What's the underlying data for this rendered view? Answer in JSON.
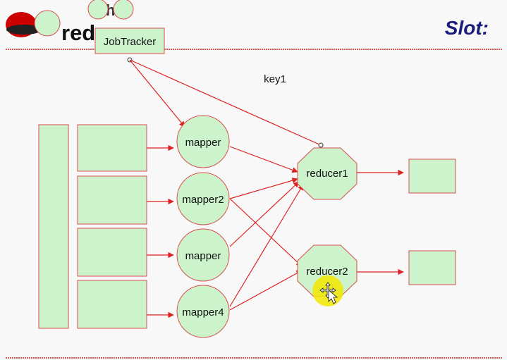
{
  "header": {
    "logo_text_red": "red",
    "logo_text_hat": "hat",
    "slide_title": "Slot:",
    "title_color": "#1a1e7a"
  },
  "diagram": {
    "job_tracker_label": "JobTracker",
    "key_label": "key1",
    "mappers": [
      "mapper",
      "mapper2",
      "mapper",
      "mapper4"
    ],
    "reducers": [
      "reducer1",
      "reducer2"
    ],
    "colors": {
      "node_fill": "#cdf3cd",
      "node_stroke": "#d94f4f",
      "arrow": "#dd2222",
      "rule_line": "#cc2222",
      "cursor_highlight": "#f2e600"
    }
  },
  "icons": {
    "cursor": "move-cursor-icon",
    "arrow": "arrow-head-icon"
  }
}
